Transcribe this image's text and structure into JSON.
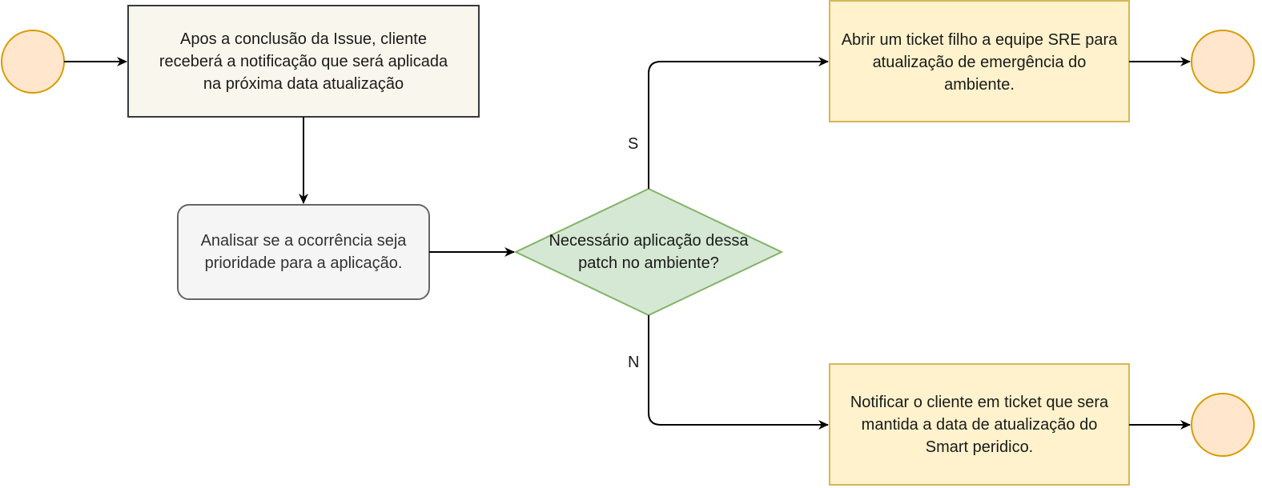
{
  "colors": {
    "start_circle_fill": "#ffe6cc",
    "start_circle_stroke": "#d79b00",
    "note_fill": "#f9f7ed",
    "note_stroke": "#36393d",
    "process_fill": "#f5f5f5",
    "process_stroke": "#666666",
    "decision_fill": "#d5e8d4",
    "decision_stroke": "#82b366",
    "action_fill": "#fff2cc",
    "action_stroke": "#d6b656",
    "edge": "#000000"
  },
  "nodes": {
    "notification": "Apos a conclusão da Issue, cliente receberá a notificação que será aplicada na próxima data atualização",
    "analyze": "Analisar se a ocorrência seja prioridade para a aplicação.",
    "decision": "Necessário aplicação dessa patch no ambiente?",
    "yes_action": "Abrir um ticket filho a equipe SRE para atualização de emergência do ambiente.",
    "no_action": "Notificar o cliente em ticket que sera mantida a data de atualização do Smart peridico."
  },
  "edges": {
    "yes_label": "S",
    "no_label": "N"
  }
}
